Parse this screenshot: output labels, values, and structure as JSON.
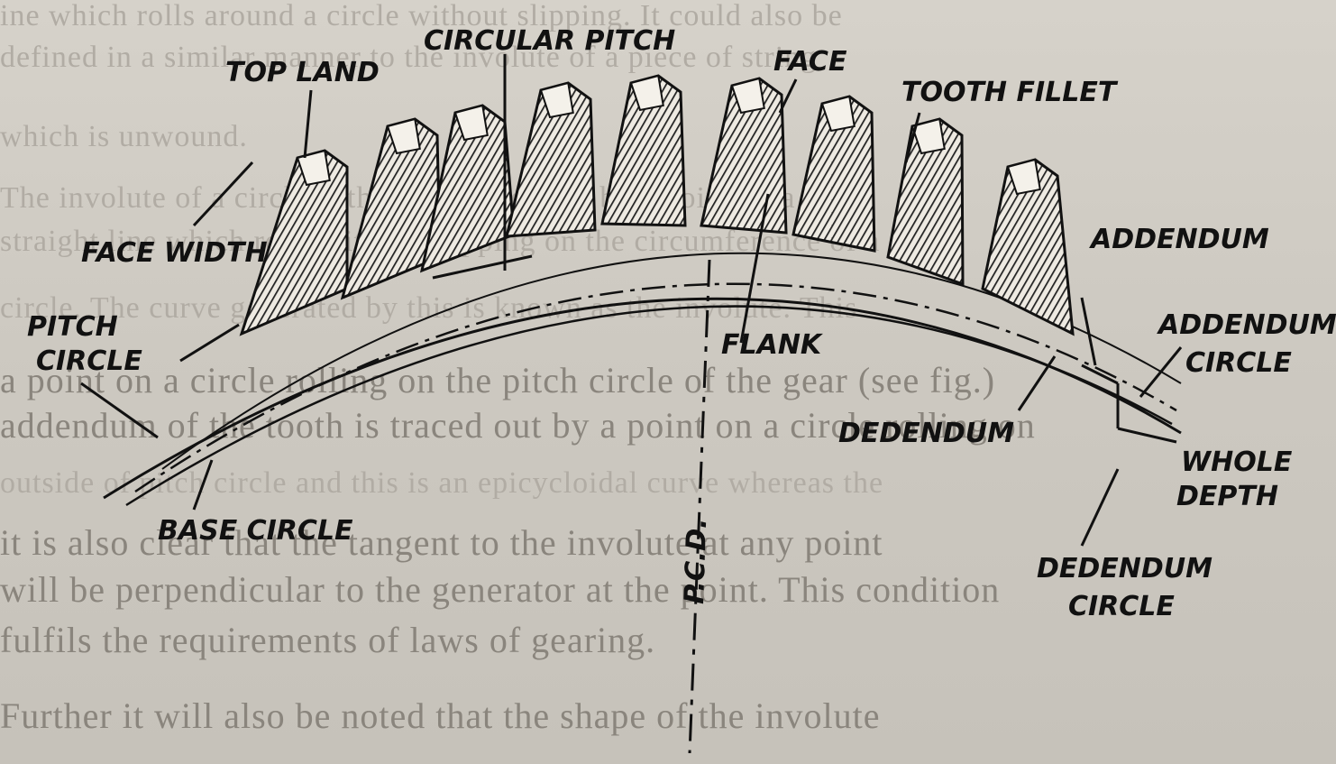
{
  "labels": {
    "circular_pitch": "CIRCULAR PITCH",
    "top_land": "TOP LAND",
    "face": "FACE",
    "tooth_fillet": "TOOTH FILLET",
    "face_width": "FACE WIDTH",
    "addendum": "ADDENDUM",
    "pitch_circle_line1": "PITCH",
    "pitch_circle_line2": "CIRCLE",
    "addendum_circle_line1": "ADDENDUM",
    "addendum_circle_line2": "CIRCLE",
    "flank": "FLANK",
    "dedendum": "DEDENDUM",
    "whole_depth_line1": "WHOLE",
    "whole_depth_line2": "DEPTH",
    "base_circle": "BASE CIRCLE",
    "pcd": "P.C.D.",
    "dedendum_circle_line1": "DEDENDUM",
    "dedendum_circle_line2": "CIRCLE"
  },
  "background_text": [
    "ine which rolls around a circle without slipping. It could also be",
    "defined in a similar manner to the involute of a piece of string",
    "which is unwound.",
    "The involute of a circle is the path traced out by a point on a",
    "straight line which rolls without slipping on the circumference of a",
    "circle. The curve generated by this is known as the involute. This",
    "a point on a circle rolling on the pitch circle of the gear (see fig.)",
    "addendum of the tooth is traced out by a point on a circle rolling on",
    "outside of pitch circle and this is an epicycloidal curve whereas the",
    "it is also clear that the tangent to the involute at any point",
    "will be perpendicular to the generator at the point. This condition",
    "fulfils the requirements of laws of gearing.",
    "Further it will also be noted that the shape of the involute"
  ]
}
